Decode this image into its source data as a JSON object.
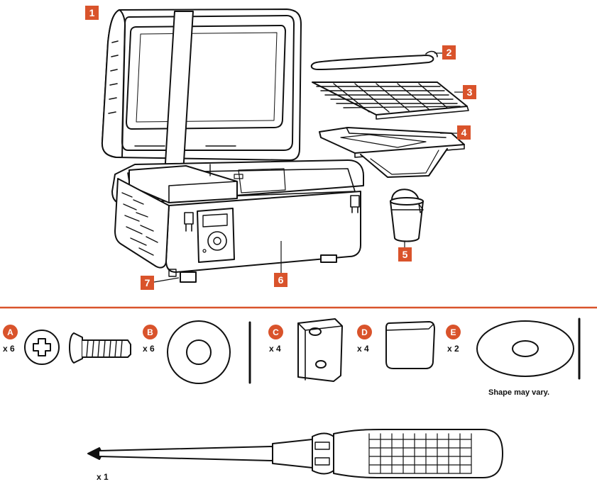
{
  "colors": {
    "accent": "#d9532b",
    "line": "#111111"
  },
  "callouts": {
    "c1": "1",
    "c2": "2",
    "c3": "3",
    "c4": "4",
    "c5": "5",
    "c6": "6",
    "c7": "7"
  },
  "hardware": {
    "a": {
      "letter": "A",
      "qty": "x 6",
      "icon": "screw-icon"
    },
    "b": {
      "letter": "B",
      "qty": "x 6",
      "icon": "washer-icon"
    },
    "c": {
      "letter": "C",
      "qty": "x 4",
      "icon": "spacer-block-icon"
    },
    "d": {
      "letter": "D",
      "qty": "x 4",
      "icon": "rubber-foot-icon"
    },
    "e": {
      "letter": "E",
      "qty": "x 2",
      "icon": "gasket-icon",
      "note": "Shape may vary."
    }
  },
  "tool": {
    "qty": "x 1",
    "icon": "screwdriver-icon"
  }
}
